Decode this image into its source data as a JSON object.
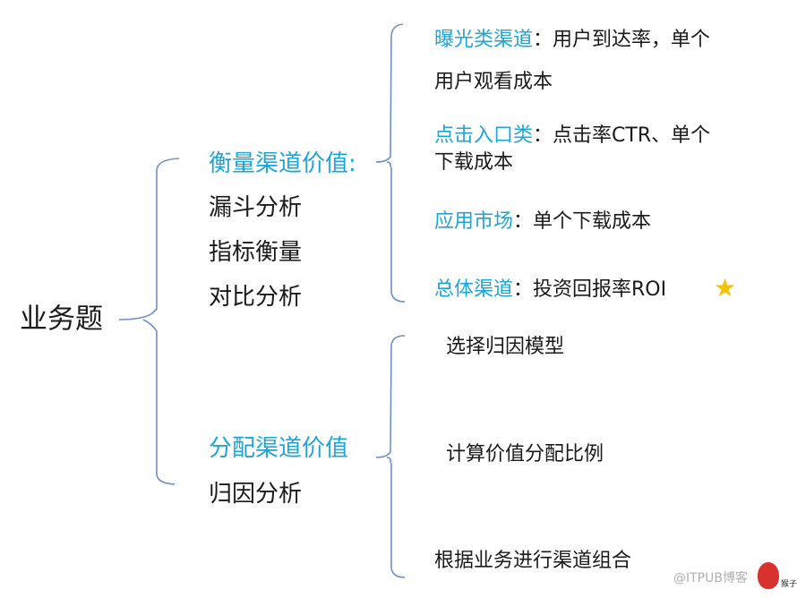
{
  "root": "业务题",
  "branches": [
    {
      "title": "衡量渠道价值:",
      "items": [
        "漏斗分析",
        "指标衡量",
        "对比分析"
      ],
      "details": [
        {
          "label": "曝光类渠道",
          "text": "：用户到达率，单个",
          "text2": "用户观看成本"
        },
        {
          "label": "点击入口类",
          "text": "：点击率CTR、单个",
          "text2": "下载成本"
        },
        {
          "label": "应用市场",
          "text": "：单个下载成本"
        },
        {
          "label": "总体渠道",
          "text": "：投资回报率ROI",
          "icon": "star-icon"
        }
      ]
    },
    {
      "title": "分配渠道价值",
      "items": [
        "归因分析"
      ],
      "details": [
        "选择归因模型",
        "计算价值分配比例",
        "根据业务进行渠道组合"
      ]
    }
  ],
  "watermark": {
    "text": "@ITPUB博客",
    "logo_text": "猴子"
  },
  "colors": {
    "accent": "#1ea5d8",
    "bracket": "#6f8fc4",
    "star": "#f5c400"
  }
}
